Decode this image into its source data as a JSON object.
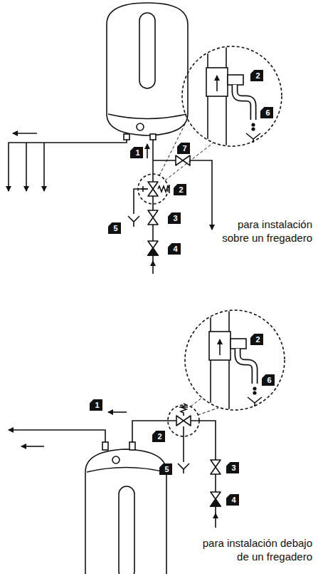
{
  "diagram": {
    "labels": [
      "1",
      "7",
      "2",
      "6",
      "2",
      "5",
      "3",
      "4",
      "para instalación sobre un fregadero",
      "2",
      "6",
      "1",
      "2",
      "5",
      "3",
      "4",
      "para instalación debajo de un fregadero"
    ]
  }
}
